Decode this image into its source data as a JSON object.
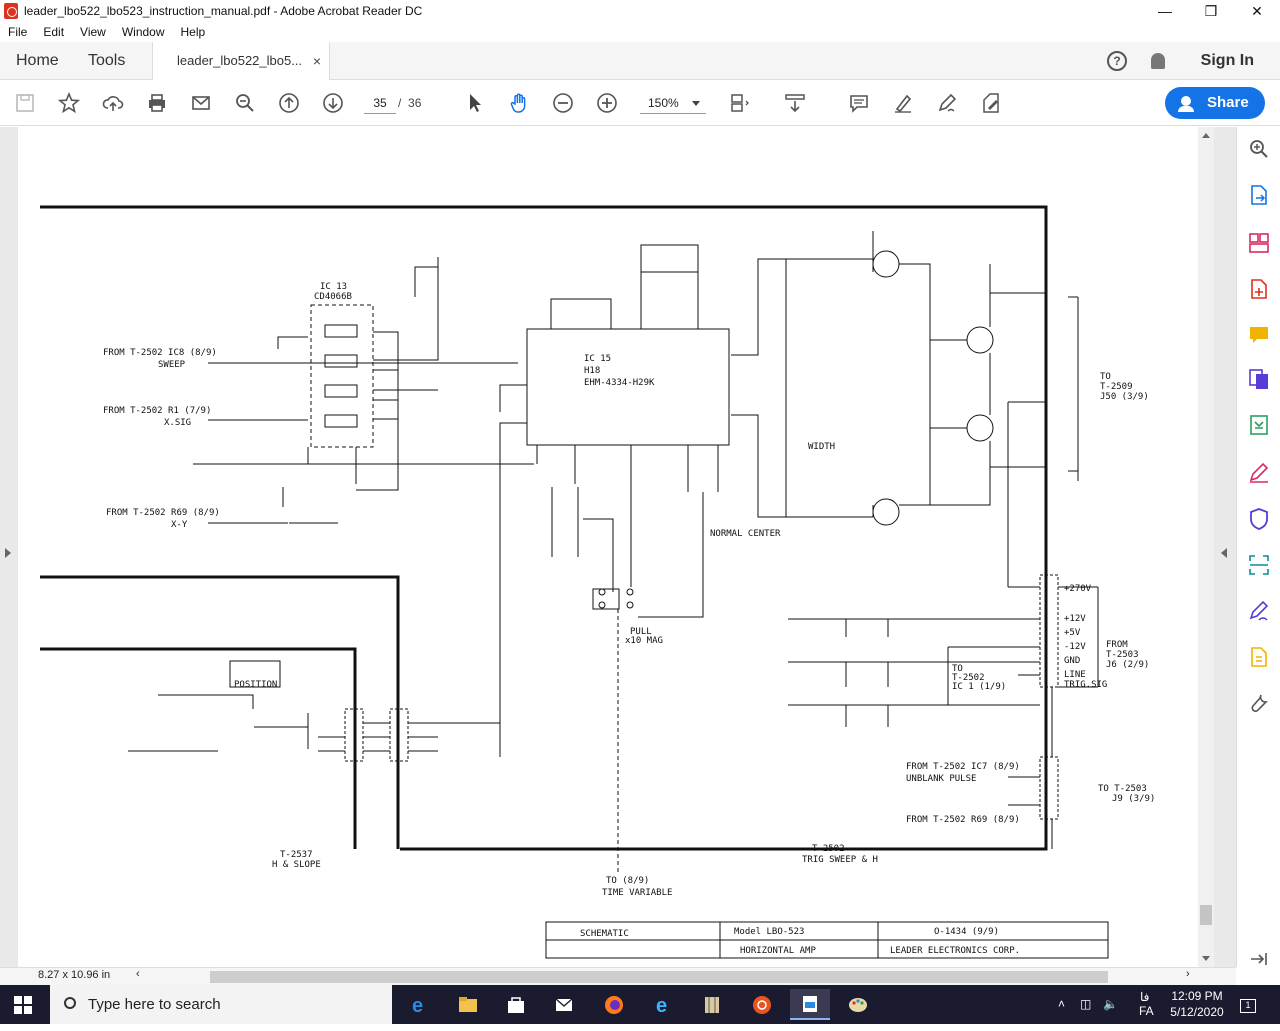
{
  "window": {
    "title": "leader_lbo522_lbo523_instruction_manual.pdf - Adobe Acrobat Reader DC",
    "minimize": "—",
    "maximize": "❒",
    "close": "✕"
  },
  "menu": [
    "File",
    "Edit",
    "View",
    "Window",
    "Help"
  ],
  "tabs": {
    "home": "Home",
    "tools": "Tools",
    "document": "leader_lbo522_lbo5...",
    "close": "×",
    "help": "?",
    "sign_in": "Sign In"
  },
  "toolbar": {
    "current_page": "35",
    "page_separator": "/",
    "total_pages": "36",
    "zoom": "150%",
    "share": "Share"
  },
  "status": {
    "page_size": "8.27 x 10.96 in"
  },
  "schematic": {
    "ic13": [
      "IC 13",
      "CD4066B"
    ],
    "ic15": [
      "IC 15",
      "H18",
      "EHM-4334-H29K"
    ],
    "from_ic8": "FROM  T-2502  IC8 (8/9)",
    "sweep": "SWEEP",
    "from_r1": "FROM  T-2502  R1 (7/9)",
    "xsig": "X.SIG",
    "from_r69": "FROM  T-2502  R69 (8/9)",
    "xy": "X-Y",
    "width": "WIDTH",
    "normal_center": "NORMAL CENTER",
    "pull_mag": [
      "PULL",
      "x10 MAG"
    ],
    "position": "POSITION",
    "time_variable": "TIME VARIABLE",
    "to_time": "TO  (8/9)",
    "t2537": [
      "T-2537",
      "H & SLOPE"
    ],
    "t2502": [
      "T-2502",
      "TRIG SWEEP & H"
    ],
    "to_t2509": [
      "TO",
      "T-2509",
      "J50 (3/9)"
    ],
    "from_t2503": [
      "FROM",
      "T-2503",
      "J6 (2/9)"
    ],
    "to_t2503": [
      "TO T-2503",
      "J9 (3/9)"
    ],
    "to_t2502_ic1": [
      "TO",
      "T-2502",
      "IC 1 (1/9)"
    ],
    "from_ic7": [
      "FROM T-2502  IC7 (8/9)",
      "UNBLANK PULSE"
    ],
    "from_r69b": "FROM  T-2502  R69 (8/9)",
    "j40_pins": [
      "+270V",
      "+12V",
      "+5V",
      "-12V",
      "GND",
      "LINE",
      "TRIG.SIG"
    ],
    "title_block": {
      "schematic": "SCHEMATIC",
      "model": "Model  LBO-523",
      "horizontal": "HORIZONTAL AMP",
      "doc_no": "O-1434  (9/9)",
      "company": "LEADER ELECTRONICS CORP."
    }
  },
  "taskbar": {
    "search_placeholder": "Type here to search",
    "time": "12:09 PM",
    "date": "5/12/2020",
    "lang": "FA",
    "ime": "فا",
    "notifications": "1"
  }
}
